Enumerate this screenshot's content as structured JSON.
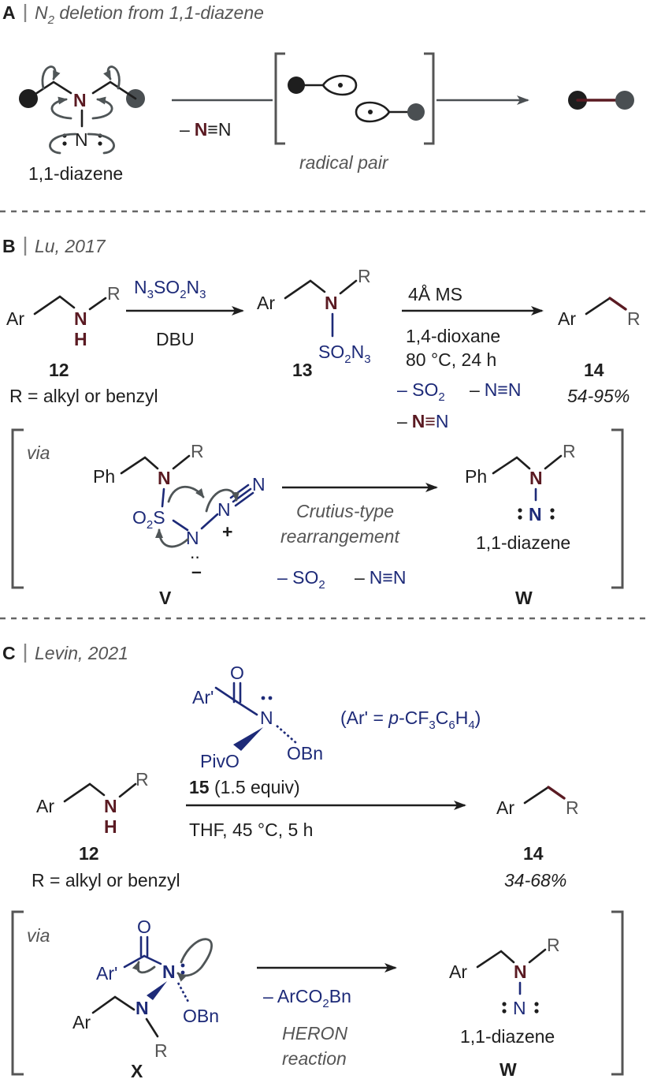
{
  "panelA": {
    "letter": "A",
    "title_pre": "N",
    "title_sub": "2",
    "title_post": " deletion from 1,1-diazene",
    "reactant_N_top": "N",
    "reactant_N_bottom": "N",
    "reactant_name": "1,1-diazene",
    "loss_dash": "–",
    "loss_N1": "N",
    "loss_triple": "≡",
    "loss_N2": "N",
    "intermediate_label": "radical pair"
  },
  "panelB": {
    "letter": "B",
    "title": "Lu, 2017",
    "reactant_Ar": "Ar",
    "reactant_N": "N",
    "reactant_H": "H",
    "reactant_R": "R",
    "reactant_number": "12",
    "reactant_R_def": "R = alkyl or benzyl",
    "reagent_pre": "N",
    "reagent_s1": "3",
    "reagent_mid": "SO",
    "reagent_s2": "2",
    "reagent_N": "N",
    "reagent_s3": "3",
    "base": "DBU",
    "inter_Ar": "Ar",
    "inter_N": "N",
    "inter_R": "R",
    "inter_SO": "SO",
    "inter_s2": "2",
    "inter_N3": "N",
    "inter_s3": "3",
    "inter_number": "13",
    "cond1": "4Å MS",
    "cond2": "1,4-dioxane",
    "cond3": "80 °C, 24 h",
    "loss_SO": "– SO",
    "loss_SO_sub": "2",
    "loss_N2_dash": "–",
    "loss_N2_a": "N",
    "loss_N2_b": "≡N",
    "loss_N2c_dash": "–",
    "loss_N2c_a": "N≡",
    "loss_N2c_b": "N",
    "product_Ar": "Ar",
    "product_R": "R",
    "product_number": "14",
    "yield": "54-95%",
    "via": "via",
    "V_Ph": "Ph",
    "V_N": "N",
    "V_R": "R",
    "V_O2": "O",
    "V_O2s": "2",
    "V_S": "S",
    "V_Nminus": "N",
    "V_minus": "–",
    "V_dots": "..",
    "V_N2": "N",
    "V_plus": "+",
    "V_N3": "N",
    "V_label": "V",
    "rearr1": "Crutius-type",
    "rearr2": "rearrangement",
    "rloss_SO": "– SO",
    "rloss_SO_sub": "2",
    "rloss_N_dash": "–",
    "rloss_N": "N≡N",
    "W_Ph": "Ph",
    "W_N": "N",
    "W_R": "R",
    "W_N2": "N",
    "W_name": "1,1-diazene",
    "W_label": "W"
  },
  "panelC": {
    "letter": "C",
    "title": "Levin, 2021",
    "reagent_O": "O",
    "reagent_Ar": "Ar'",
    "reagent_N": "N",
    "reagent_PivO": "PivO",
    "reagent_OBn": "OBn",
    "reagent_def_pre": "(Ar' = ",
    "reagent_def_p": "p",
    "reagent_def_mid": "-CF",
    "reagent_def_s1": "3",
    "reagent_def_c": "C",
    "reagent_def_s2": "6",
    "reagent_def_h": "H",
    "reagent_def_s3": "4",
    "reagent_def_end": ")",
    "reagent_number": "15",
    "reagent_equiv": " (1.5 equiv)",
    "conditions": "THF, 45 °C, 5 h",
    "reactant_Ar": "Ar",
    "reactant_N": "N",
    "reactant_H": "H",
    "reactant_R": "R",
    "reactant_number": "12",
    "reactant_R_def": "R = alkyl or benzyl",
    "product_Ar": "Ar",
    "product_R": "R",
    "product_number": "14",
    "yield": "34-68%",
    "via": "via",
    "X_O": "O",
    "X_Ar1": "Ar'",
    "X_N1": "N",
    "X_OBn": "OBn",
    "X_N2": "N",
    "X_Ar": "Ar",
    "X_R": "R",
    "X_label": "X",
    "loss_pre": "– ArCO",
    "loss_sub": "2",
    "loss_post": "Bn",
    "rxn1": "HERON",
    "rxn2": "reaction",
    "W_Ar": "Ar",
    "W_N": "N",
    "W_R": "R",
    "W_N2": "N",
    "W_name": "1,1-diazene",
    "W_label": "W"
  }
}
